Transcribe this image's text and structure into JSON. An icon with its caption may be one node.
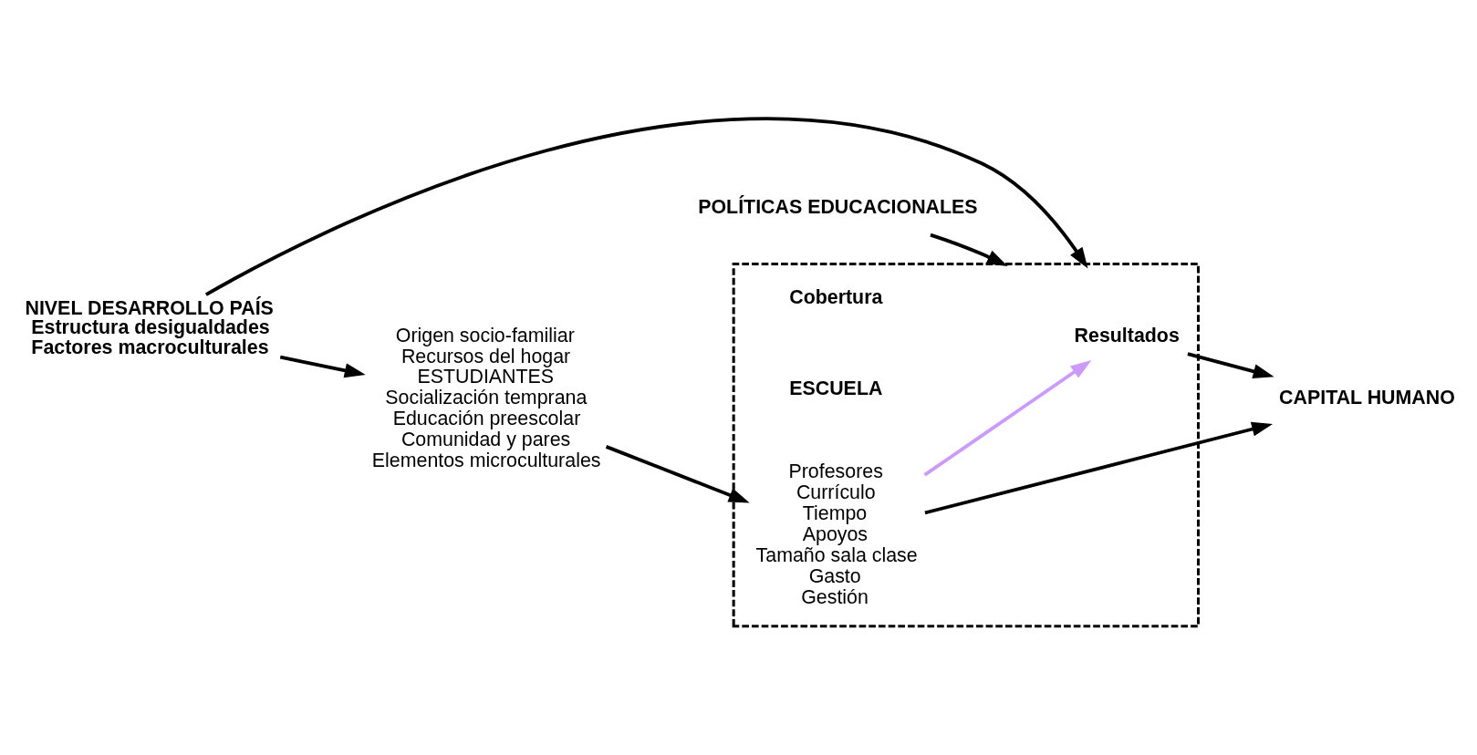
{
  "diagram": {
    "nodes": [
      {
        "text": [
          "POLÍTICAS EDUCACIONALES"
        ]
      },
      {
        "text": [],
        "shape": "box"
      },
      {
        "text": [
          "Cobertura"
        ],
        "in": 1
      },
      {
        "text": [
          "ESCUELA"
        ],
        "in": 1
      },
      {
        "text": [
          "Resultados"
        ],
        "in": 1
      },
      {
        "text": [
          "Profesores",
          "Currículo",
          "Tiempo",
          "Apoyos",
          "Tamaño sala clase",
          "Gasto",
          "Gestión"
        ],
        "in": 1
      },
      {
        "text": [
          "Origen socio-familiar",
          "Recursos del hogar",
          "ESTUDIANTES",
          "Socialización temprana",
          "Educación preescolar",
          "Comunidad y pares",
          "Elementos microculturales"
        ]
      },
      {
        "text": [
          "CAPITAL HUMANO"
        ]
      },
      {
        "text": [
          "NIVEL DESARROLLO PAÍS",
          "Estructura desigualdades",
          "Factores macroculturales"
        ]
      }
    ],
    "edges": [
      {
        "from": 0,
        "to": 1,
        "arrow": "to"
      },
      {
        "from": 6,
        "to": 5,
        "arrow": "to"
      },
      {
        "from": 5,
        "to": 7,
        "arrow": "to"
      },
      {
        "from": 5,
        "to": 4,
        "arrow": "to",
        "color": "#cc99ff"
      },
      {
        "from": 4,
        "to": 7,
        "arrow": "to"
      },
      {
        "from": 8,
        "to": 1,
        "arrow": "to"
      },
      {
        "from": 8,
        "to": 6,
        "arrow": "to"
      }
    ]
  }
}
